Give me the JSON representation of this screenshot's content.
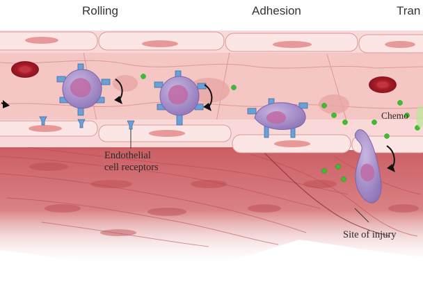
{
  "stages": {
    "rolling": "Rolling",
    "adhesion": "Adhesion",
    "transmigration": "Tran"
  },
  "labels": {
    "receptors_line1": "Endothelial",
    "receptors_line2": "cell receptors",
    "injury": "Site of injury",
    "chemo": "Chemo"
  },
  "colors": {
    "tissue": "#cf6f73",
    "tissue_dark": "#a9434c",
    "endothelium": "#f7d3d2",
    "lumen": "#f3c0bf",
    "leukocyte": "#a992c9",
    "nucleus": "#c06aa5",
    "receptor": "#6b9fd6",
    "rbc": "#b4232e",
    "chemokine": "#3cbf2e"
  }
}
